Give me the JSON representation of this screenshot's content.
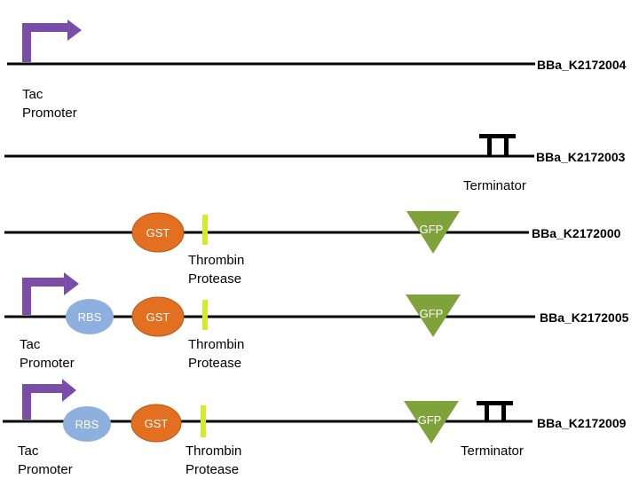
{
  "colors": {
    "promoter": "#7a4ea8",
    "rbs": "#8db0de",
    "gst": "#e37020",
    "gst_edge": "#b8571a",
    "thrombin": "#d4ea2c",
    "gfp": "#7fa33a",
    "line": "#000000",
    "terminator": "#000000"
  },
  "parts": {
    "tac_promoter": [
      "Tac",
      "Promoter"
    ],
    "thrombin_protease": [
      "Thrombin",
      "Protease"
    ],
    "terminator": "Terminator",
    "rbs": "RBS",
    "gst": "GST",
    "gfp": "GFP"
  },
  "constructs": [
    {
      "id": "BBa_K2172004",
      "elements": [
        "promoter"
      ]
    },
    {
      "id": "BBa_K2172003",
      "elements": [
        "terminator"
      ]
    },
    {
      "id": "BBa_K2172000",
      "elements": [
        "gst",
        "thrombin",
        "gfp"
      ]
    },
    {
      "id": "BBa_K2172005",
      "elements": [
        "promoter",
        "rbs",
        "gst",
        "thrombin",
        "gfp"
      ]
    },
    {
      "id": "BBa_K2172009",
      "elements": [
        "promoter",
        "rbs",
        "gst",
        "thrombin",
        "gfp",
        "terminator"
      ]
    }
  ]
}
